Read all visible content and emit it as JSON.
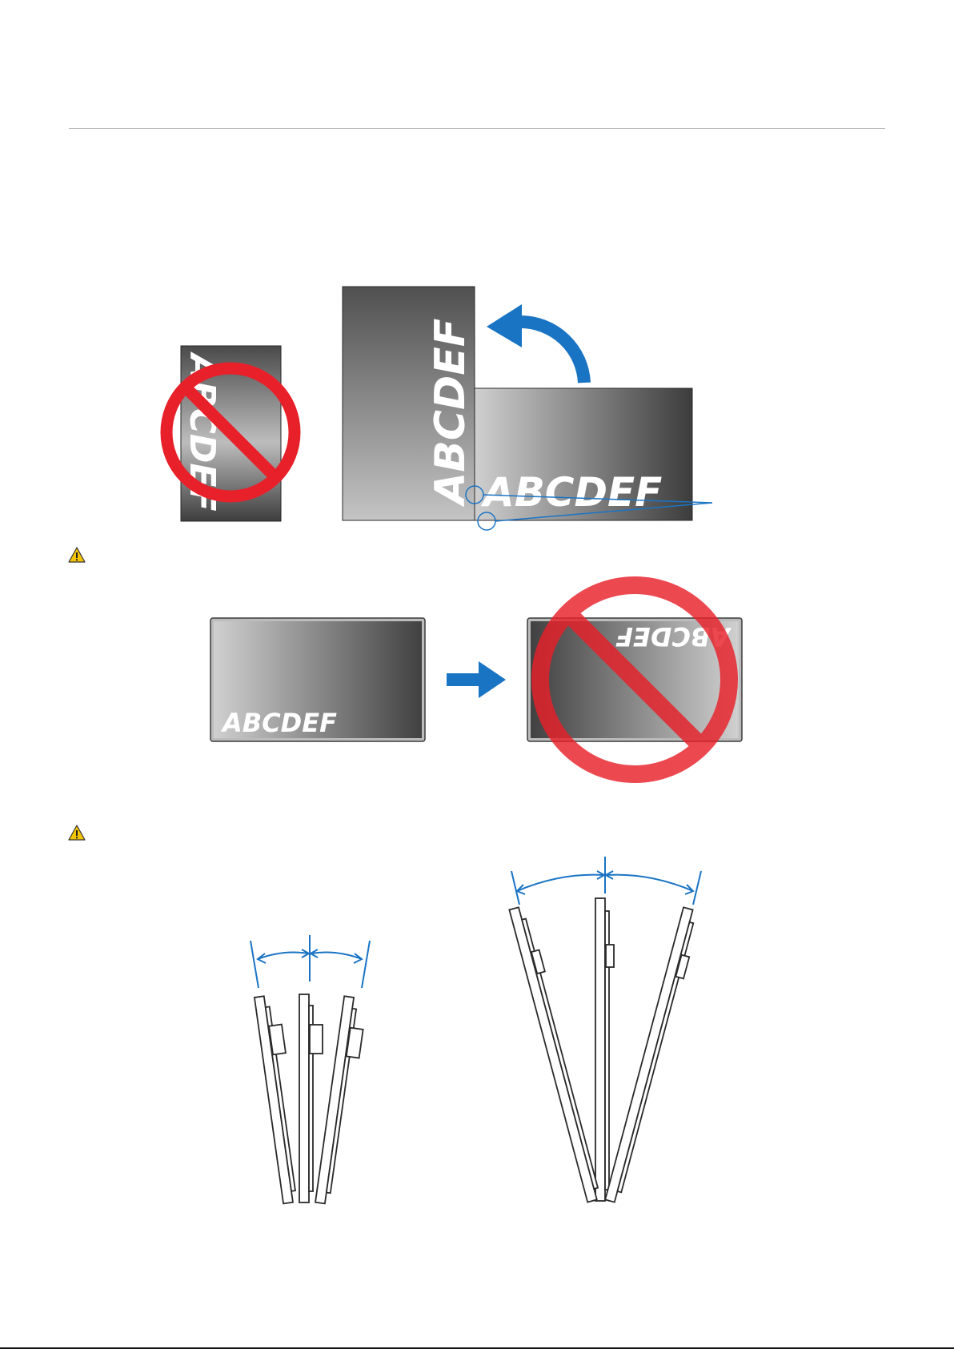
{
  "figure_rotation": {
    "landscape_label": "ABCDEF",
    "portrait_label": "ABCDEF",
    "prohibited_label": "ABCDEF"
  },
  "figure_upside_down": {
    "normal_label": "ABCDEF",
    "inverted_label": "ABCDEF"
  },
  "colors": {
    "prohibited_red": "#e8202a",
    "arrow_blue": "#1a74c4",
    "warning_yellow": "#f5c400",
    "bezel": "#3a3a3a"
  },
  "icons": [
    "warning-icon",
    "prohibited-icon",
    "rotate-arrow-icon",
    "right-arrow-icon"
  ]
}
